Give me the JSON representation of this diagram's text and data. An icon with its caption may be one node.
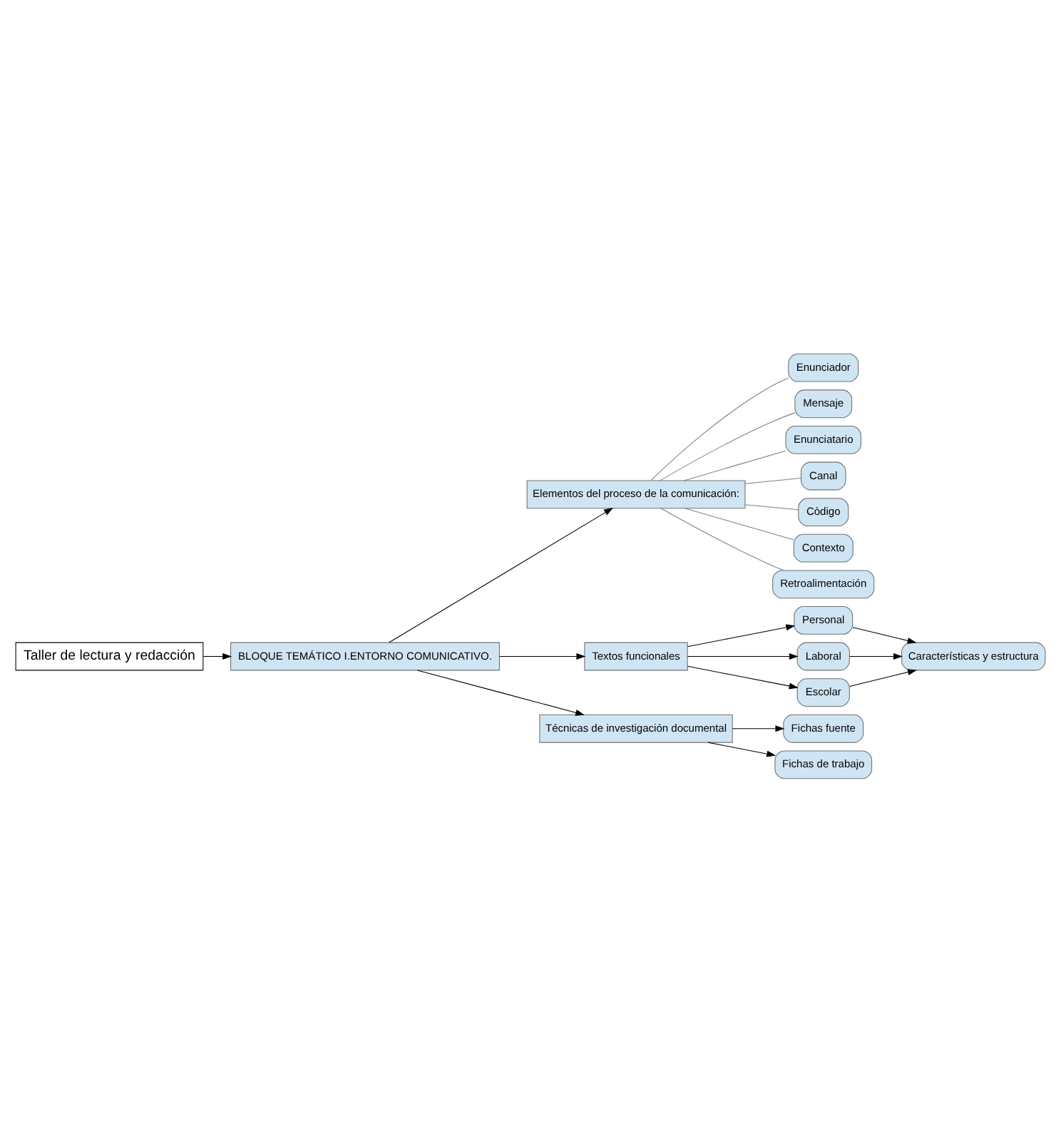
{
  "diagram": {
    "nodes": [
      {
        "text": [
          "Taller de lectura y redacción"
        ]
      },
      {
        "text": [
          "BLOQUE TEMÁTICO I.ENTORNO COMUNICATIVO."
        ]
      },
      {
        "text": [
          "Elementos del proceso de la comunicación:"
        ]
      },
      {
        "text": [
          "Enunciador"
        ]
      },
      {
        "text": [
          "Mensaje"
        ]
      },
      {
        "text": [
          "Enunciatario"
        ]
      },
      {
        "text": [
          "Canal"
        ]
      },
      {
        "text": [
          "Còdigo"
        ]
      },
      {
        "text": [
          "Contexto"
        ]
      },
      {
        "text": [
          "Retroalimentación"
        ]
      },
      {
        "text": [
          "Textos funcionales"
        ]
      },
      {
        "text": [
          "Personal"
        ]
      },
      {
        "text": [
          "Laboral"
        ]
      },
      {
        "text": [
          "Escolar"
        ]
      },
      {
        "text": [
          "Características y estructura"
        ]
      },
      {
        "text": [
          "Técnicas de investigación documental"
        ]
      },
      {
        "text": [
          "Fichas fuente"
        ]
      },
      {
        "text": [
          "Fichas de trabajo"
        ]
      }
    ],
    "edges": [
      {
        "from": 0,
        "to": 1,
        "arrow": "to"
      },
      {
        "from": 1,
        "to": 2,
        "arrow": "to"
      },
      {
        "from": 2,
        "to": 3,
        "arrow": "none",
        "color": "#808080"
      },
      {
        "from": 2,
        "to": 4,
        "arrow": "none",
        "color": "#808080"
      },
      {
        "from": 2,
        "to": 5,
        "arrow": "none",
        "color": "#808080"
      },
      {
        "from": 2,
        "to": 6,
        "arrow": "none",
        "color": "#808080"
      },
      {
        "from": 2,
        "to": 7,
        "arrow": "none",
        "color": "#808080"
      },
      {
        "from": 2,
        "to": 8,
        "arrow": "none",
        "color": "#808080"
      },
      {
        "from": 2,
        "to": 9,
        "arrow": "none",
        "color": "#808080"
      },
      {
        "from": 1,
        "to": 10,
        "arrow": "to"
      },
      {
        "from": 10,
        "to": 11,
        "arrow": "to"
      },
      {
        "from": 10,
        "to": 12,
        "arrow": "to"
      },
      {
        "from": 10,
        "to": 13,
        "arrow": "to"
      },
      {
        "from": 11,
        "to": 14,
        "arrow": "to"
      },
      {
        "from": 12,
        "to": 14,
        "arrow": "to"
      },
      {
        "from": 13,
        "to": 14,
        "arrow": "to"
      },
      {
        "from": 1,
        "to": 15,
        "arrow": "to"
      },
      {
        "from": 15,
        "to": 16,
        "arrow": "to"
      },
      {
        "from": 15,
        "to": 17,
        "arrow": "to"
      }
    ]
  }
}
